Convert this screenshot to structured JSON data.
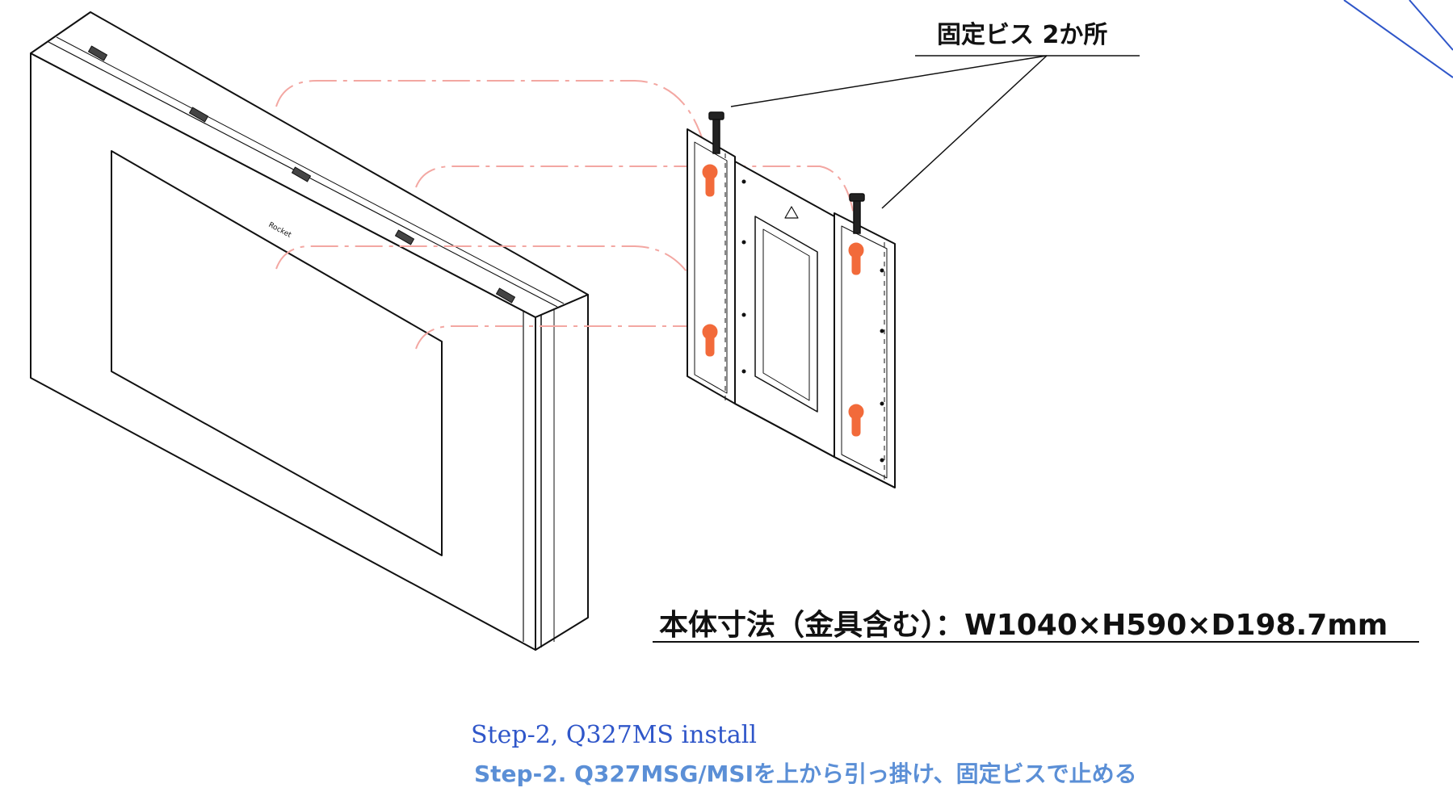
{
  "callouts": {
    "screws_label": "固定ビス 2か所",
    "dimension_label": "本体寸法（金具含む）：W1040×H590×D198.7mm"
  },
  "captions": {
    "step_en": "Step-2, Q327MS install",
    "step_jp": "Step-2. Q327MSG/MSIを上から引っ掛け、固定ビスで止める"
  },
  "colors": {
    "hook_orange": "#f26a3a",
    "guide_pink": "#f3a7a2",
    "caption_blue": "#2f56c9",
    "caption_light_blue": "#5b8fd6",
    "line_blue": "#2f56c9"
  }
}
